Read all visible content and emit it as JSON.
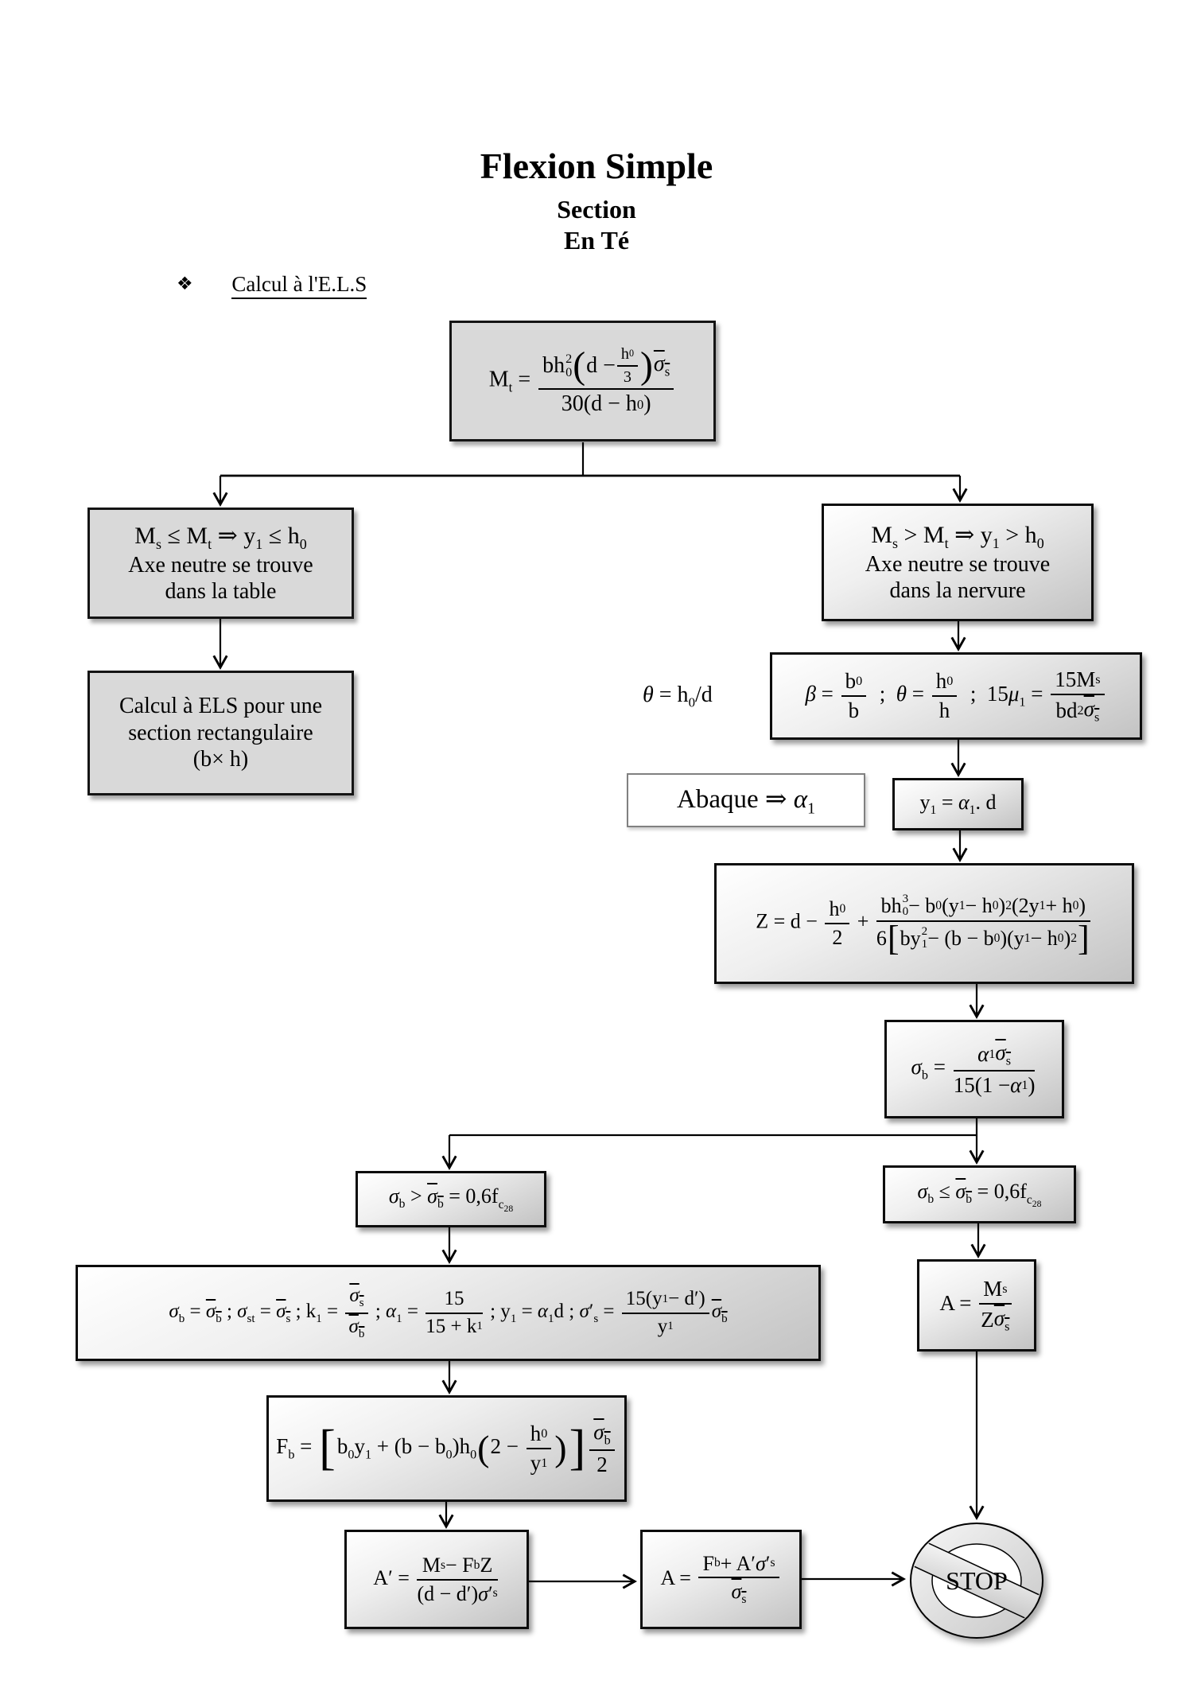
{
  "title": {
    "main": "Flexion Simple",
    "sub1": "Section",
    "sub2": "En Té"
  },
  "bullet": {
    "marker": "❖",
    "label": "Calcul à l'E.L.S"
  },
  "colors": {
    "box_flat": "#d9d9d9",
    "box_gradient_dark": "#c3c3c3",
    "border": "#0c0c0c",
    "background": "#ffffff"
  },
  "nodes": {
    "mt": {
      "formula": "M<sub>t</sub> = <span class='frac'><span class='num'>bh<span class='st'><span>2</span><span>0</span></span><span class='big'>(</span>d − <span class='frac sm'><span class='num'>h<sub>0</sub></span><span class='den'>3</span></span><span class='big'>)</span><span class='ov'><i>σ</i><sub>s</sub></span></span><span class='den'>30(d − h<sub>0</sub>)</span></span>"
    },
    "case_table": {
      "formula": "M<sub>s</sub> ≤ M<sub>t</sub> ⇒ y<sub>1</sub> ≤ h<sub>0</sub>",
      "text": "Axe neutre se trouve\ndans la table"
    },
    "rect_els": {
      "text": "Calcul à ELS pour une\nsection rectangulaire\n(b× h)"
    },
    "case_nervure": {
      "formula": "M<sub>s</sub> &gt; M<sub>t</sub> ⇒ y<sub>1</sub> &gt; h<sub>0</sub>",
      "text": "Axe neutre se trouve\ndans la nervure"
    },
    "theta_note": {
      "formula": "<i>θ</i> = h<sub>0</sub>/d"
    },
    "beta_theta_mu": {
      "formula": "<i>β</i> = <span class='frac'><span class='num'>b<sub>0</sub></span><span class='den'>b</span></span> &nbsp;; &nbsp;<i>θ</i> = <span class='frac'><span class='num'>h<sub>0</sub></span><span class='den'>h</span></span> &nbsp;; &nbsp;15<i>μ</i><sub>1</sub> = <span class='frac'><span class='num'>15M<sub>s</sub></span><span class='den'>bd<sup>2</sup><span class='ov'><i>σ</i><sub>s</sub></span></span></span>"
    },
    "abaque": {
      "formula": "Abaque ⇒ <i>α</i><sub>1</sub>"
    },
    "y1": {
      "formula": "y<sub>1</sub> = <i>α</i><sub>1</sub>. d"
    },
    "z": {
      "formula": "Z = d − <span class='frac'><span class='num'>h<sub>0</sub></span><span class='den'>2</span></span> + <span class='frac'><span class='num'>bh<span class='st'><span>3</span><span>0</span></span> − b<sub>0</sub>(y<sub>1</sub> − h<sub>0</sub>)<sup>2</sup>(2y<sub>1</sub> + h<sub>0</sub>)</span><span class='den'>6<span class='big'>[</span>by<span class='st'><span>2</span><span>1</span></span> − (b − b<sub>0</sub>)(y<sub>1</sub> − h<sub>0</sub>)<sup>2</sup><span class='big'>]</span></span></span>"
    },
    "sigma_b": {
      "formula": "<i>σ</i><sub>b</sub> = <span class='frac'><span class='num'><i>α</i><sub>1</sub><span class='ov'><i>σ</i><sub>s</sub></span></span><span class='den'>15(1 − <i>α</i><sub>1</sub>)</span></span>"
    },
    "cond_exceed": {
      "formula": "<i>σ</i><sub>b</sub> &gt; <span class='ov'><i>σ</i><sub>b</sub></span> = 0,6f<sub>c<sub>28</sub></sub>"
    },
    "cond_ok": {
      "formula": "<i>σ</i><sub>b</sub> ≤ <span class='ov'><i>σ</i><sub>b</sub></span> = 0,6f<sub>c<sub>28</sub></sub>"
    },
    "sigma_chain": {
      "formula": "<i>σ</i><sub>b</sub> = <span class='ov'><i>σ</i><sub>b</sub></span> ; <i>σ</i><sub>st</sub> = <span class='ov'><i>σ</i><sub>s</sub></span> ; k<sub>1</sub> = <span class='frac'><span class='num'><span class='ov'><i>σ</i><sub>s</sub></span></span><span class='den'><span class='ov'><i>σ</i><sub>b</sub></span></span></span> ; <i>α</i><sub>1</sub> = <span class='frac'><span class='num'>15</span><span class='den'>15 + k<sub>1</sub></span></span> ; y<sub>1</sub> = <i>α</i><sub>1</sub>d ; <i>σ</i>′<sub>s</sub> = <span class='frac'><span class='num'>15(y<sub>1</sub> − d′)</span><span class='den'>y<sub>1</sub></span></span><span class='ov'><i>σ</i><sub>b</sub></span>"
    },
    "a_simple": {
      "formula": "A = <span class='frac'><span class='num'>M<sub>s</sub></span><span class='den'>Z<span class='ov'><i>σ</i><sub>s</sub></span></span></span>"
    },
    "fb": {
      "formula": "F<sub>b</sub> = <span class='big2'>[</span>b<sub>0</sub>y<sub>1</sub> + (b − b<sub>0</sub>)h<sub>0</sub><span class='big'>(</span>2 − <span class='frac'><span class='num'>h<sub>0</sub></span><span class='den'>y<sub>1</sub></span></span><span class='big'>)</span><span class='big2'>]</span><span class='frac'><span class='num'><span class='ov'><i>σ</i><sub>b</sub></span></span><span class='den'>2</span></span>"
    },
    "a_prime": {
      "formula": "A′ = <span class='frac'><span class='num'>M<sub>s</sub> − F<sub>b</sub>Z</span><span class='den'>(d − d′)<i>σ</i>′<sub>s</sub></span></span>"
    },
    "a_final": {
      "formula": "A = <span class='frac'><span class='num'>F<sub>b</sub> + A′<i>σ</i>′<sub>s</sub></span><span class='den'><span class='ov'><i>σ</i><sub>s</sub></span></span></span>"
    },
    "stop": {
      "label": "STOP"
    }
  }
}
